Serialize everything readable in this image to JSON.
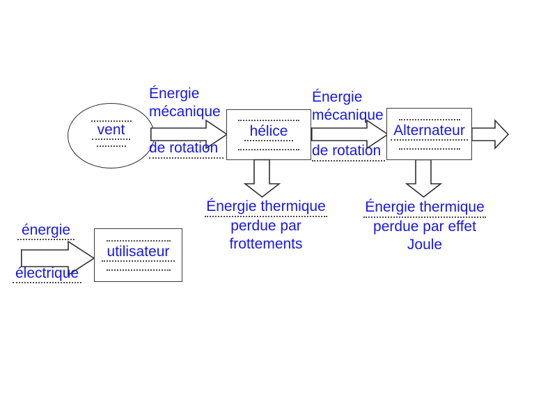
{
  "colors": {
    "label_blue": "#1717e6",
    "line_dark": "#3a3a3a",
    "background": "#ffffff"
  },
  "icons": {
    "block-arrow-right-icon": "outlined block arrow pointing right",
    "block-arrow-down-icon": "outlined block arrow pointing down"
  },
  "source": {
    "label": "vent"
  },
  "boxes": {
    "helice": "hélice",
    "alternateur": "Alternateur",
    "utilisateur": "utilisateur"
  },
  "arrow_labels": {
    "first": {
      "line1": "Énergie",
      "line2": "mécanique",
      "line3": "de rotation"
    },
    "second": {
      "line1": "Énergie",
      "line2": "mécanique",
      "line3": "de rotation"
    }
  },
  "losses": {
    "friction": {
      "line1": "Énergie thermique",
      "line2": "perdue par",
      "line3": "frottements"
    },
    "joule": {
      "line1": "Énergie thermique",
      "line2": "perdue par effet",
      "line3": "Joule"
    }
  },
  "input": {
    "line1": "énergie",
    "line2": "électrique"
  }
}
